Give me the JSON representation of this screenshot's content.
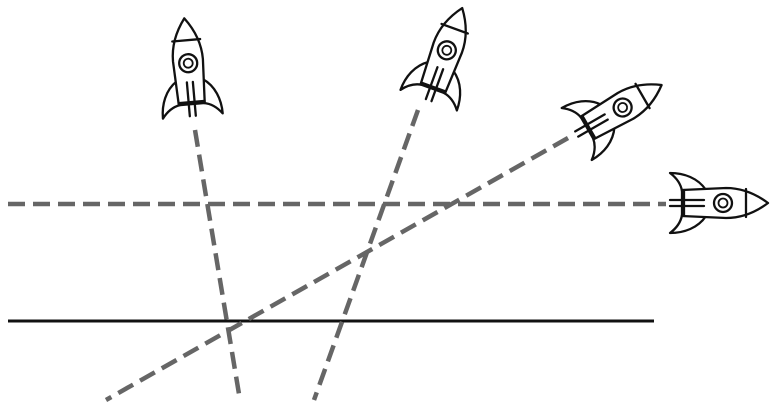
{
  "colors": {
    "background": "#ffffff",
    "trail": "#666666",
    "solid_line": "#111111",
    "rocket_outline": "#111111"
  },
  "lines": [
    {
      "id": "horizontal-dashed-line",
      "style": "dashed"
    },
    {
      "id": "horizontal-solid-line",
      "style": "solid"
    }
  ],
  "rockets": [
    {
      "id": "rocket-1",
      "icon": "rocket-icon",
      "trail": "dashed"
    },
    {
      "id": "rocket-2",
      "icon": "rocket-icon",
      "trail": "dashed"
    },
    {
      "id": "rocket-3",
      "icon": "rocket-icon",
      "trail": "dashed"
    },
    {
      "id": "rocket-4",
      "icon": "rocket-icon",
      "trail": "dashed"
    }
  ]
}
